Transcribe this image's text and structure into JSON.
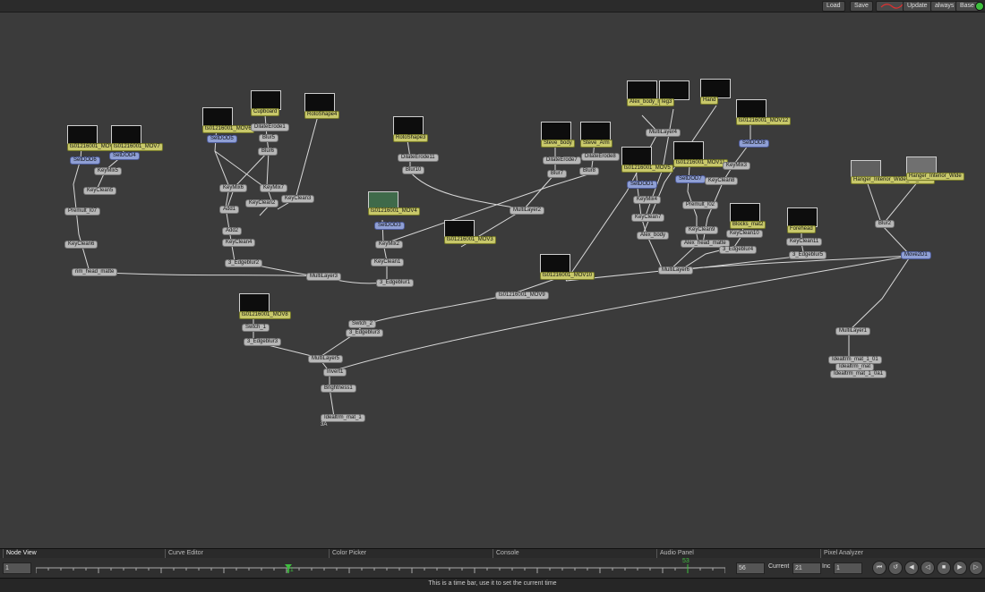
{
  "toolbar": {
    "load_label": "Load",
    "save_label": "Save",
    "update_label": "Update",
    "update_mode": "always",
    "base_label": "Base",
    "status_color": "#3fbf3f"
  },
  "graph": {
    "nodes": [
      {
        "label": "ts01216001_MOV5",
        "style": "yellow"
      },
      {
        "label": "ts01216001_MOV7",
        "style": "yellow"
      },
      {
        "label": "SetDOD6",
        "style": "blue"
      },
      {
        "label": "SetDOD4",
        "style": "blue"
      },
      {
        "label": "KeyMix5",
        "style": "gray"
      },
      {
        "label": "KeyClean5",
        "style": "gray"
      },
      {
        "label": "Premult_l07",
        "style": "gray"
      },
      {
        "label": "KeyClean6",
        "style": "gray"
      },
      {
        "label": "rim_head_matte",
        "style": "gray"
      },
      {
        "label": "ts01216001_MOV6",
        "style": "yellow"
      },
      {
        "label": "Cupboard",
        "style": "yellow"
      },
      {
        "label": "RotoShape4",
        "style": "yellow"
      },
      {
        "label": "SetDOD5",
        "style": "blue"
      },
      {
        "label": "DilateErode1",
        "style": "gray"
      },
      {
        "label": "Blur5",
        "style": "gray"
      },
      {
        "label": "Blur6",
        "style": "gray"
      },
      {
        "label": "KeyMix6",
        "style": "gray"
      },
      {
        "label": "KeyMix7",
        "style": "gray"
      },
      {
        "label": "Add1",
        "style": "gray"
      },
      {
        "label": "KeyClean2",
        "style": "gray"
      },
      {
        "label": "KeyClean3",
        "style": "gray"
      },
      {
        "label": "Add2",
        "style": "gray"
      },
      {
        "label": "KeyClean4",
        "style": "gray"
      },
      {
        "label": "3_Edgeblur2",
        "style": "gray"
      },
      {
        "label": "RotoShape3",
        "style": "yellow"
      },
      {
        "label": "DilateErode11",
        "style": "gray"
      },
      {
        "label": "Blur10",
        "style": "gray"
      },
      {
        "label": "ts01216001_MOV4",
        "style": "yellow"
      },
      {
        "label": "SetDOD3",
        "style": "blue"
      },
      {
        "label": "KeyMix2",
        "style": "gray"
      },
      {
        "label": "KeyClean1",
        "style": "gray"
      },
      {
        "label": "3_Edgeblur1",
        "style": "gray"
      },
      {
        "label": "ts01216001_MOV3",
        "style": "yellow"
      },
      {
        "label": "Steve_body",
        "style": "yellow"
      },
      {
        "label": "Steve_Arm",
        "style": "yellow"
      },
      {
        "label": "DilateErode7",
        "style": "gray"
      },
      {
        "label": "DilateErode8",
        "style": "gray"
      },
      {
        "label": "Blur7",
        "style": "gray"
      },
      {
        "label": "Blur8",
        "style": "gray"
      },
      {
        "label": "MultiLayer2",
        "style": "gray"
      },
      {
        "label": "MultiLayer3",
        "style": "gray"
      },
      {
        "label": "ts01216001_MOV10",
        "style": "yellow"
      },
      {
        "label": "ts01216001_MOV8",
        "style": "yellow"
      },
      {
        "label": "Swtch_1",
        "style": "gray"
      },
      {
        "label": "ts01216001_MOV9",
        "style": "yellow"
      },
      {
        "label": "Swtch_2",
        "style": "gray"
      },
      {
        "label": "3_Edgeblur3",
        "style": "gray"
      },
      {
        "label": "MultiLayer5",
        "style": "gray"
      },
      {
        "label": "Invert1",
        "style": "gray"
      },
      {
        "label": "Brightness1",
        "style": "gray"
      },
      {
        "label": "Idealtrm_mat_1",
        "style": "gray"
      },
      {
        "label": "Alex_body_ro",
        "style": "yellow"
      },
      {
        "label": "leg3",
        "style": "yellow"
      },
      {
        "label": "Hand",
        "style": "yellow"
      },
      {
        "label": "ts01216001_MOV12",
        "style": "yellow"
      },
      {
        "label": "MultiLayer4",
        "style": "gray"
      },
      {
        "label": "ts01216001_MOV5",
        "style": "yellow"
      },
      {
        "label": "ts01216001_MOV11",
        "style": "yellow"
      },
      {
        "label": "SetDOD8",
        "style": "blue"
      },
      {
        "label": "SetDOD7",
        "style": "blue"
      },
      {
        "label": "SetDOD1",
        "style": "blue"
      },
      {
        "label": "KeyMix3",
        "style": "gray"
      },
      {
        "label": "KeyMix4",
        "style": "gray"
      },
      {
        "label": "KeyClean8",
        "style": "gray"
      },
      {
        "label": "KeyClean7",
        "style": "gray"
      },
      {
        "label": "Alex_body",
        "style": "gray"
      },
      {
        "label": "Premult_l02",
        "style": "gray"
      },
      {
        "label": "KeyClean9",
        "style": "gray"
      },
      {
        "label": "Alex_head_matte",
        "style": "gray"
      },
      {
        "label": "Blocks_mat2",
        "style": "yellow"
      },
      {
        "label": "KeyClean10",
        "style": "gray"
      },
      {
        "label": "3_Edgeblur4",
        "style": "gray"
      },
      {
        "label": "Forehead",
        "style": "yellow"
      },
      {
        "label": "KeyClean11",
        "style": "gray"
      },
      {
        "label": "3_Edgeblur5",
        "style": "gray"
      },
      {
        "label": "MultiLayer6",
        "style": "gray"
      },
      {
        "label": "Hanger_Interior_Wide_No_Sides",
        "style": "yellow"
      },
      {
        "label": "Hanger_Interior_Wide",
        "style": "yellow"
      },
      {
        "label": "Blur2",
        "style": "gray"
      },
      {
        "label": "Move2D1",
        "style": "blue"
      },
      {
        "label": "MultiLayer1",
        "style": "gray"
      },
      {
        "label": "Idealtrm_mat_1_01",
        "style": "gray"
      },
      {
        "label": "Idealtrm_mat",
        "style": "gray"
      },
      {
        "label": "Idealtrm_mat_1_0a1",
        "style": "gray"
      }
    ],
    "bottom_caption": "3A"
  },
  "panels": {
    "tabs": [
      "Node View",
      "Curve Editor",
      "Color Picker",
      "Console",
      "Audio Panel",
      "Pixel Analyzer"
    ]
  },
  "timebar": {
    "start_frame": "1",
    "end_frame": "56",
    "current_label": "Current",
    "current_value": "21",
    "inc_label": "Inc",
    "inc_value": "1",
    "marker_value": "21",
    "marker2_value": "53",
    "tick_label_first": "1",
    "tick_label_mid": "21",
    "tick_label_last": "56",
    "playback_icons": [
      "rewind-icon",
      "step-back-icon",
      "play-back-icon",
      "prev-icon",
      "stop-icon",
      "play-icon",
      "next-icon"
    ]
  },
  "status_text": "This is a time bar, use it to set the current time"
}
